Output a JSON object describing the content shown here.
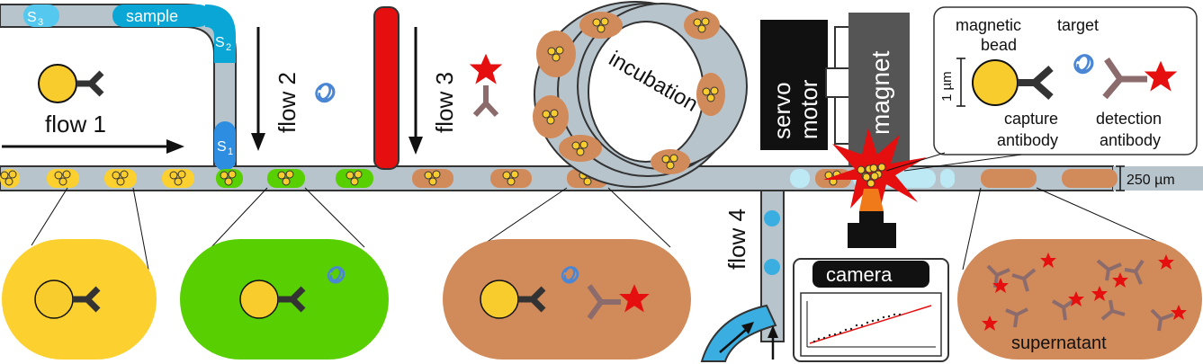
{
  "labels": {
    "flow1": "flow 1",
    "flow2": "flow 2",
    "flow3": "flow 3",
    "flow4": "flow 4",
    "sample": "sample",
    "s1": "S",
    "s1_sub": "1",
    "s2": "S",
    "s2_sub": "2",
    "s3": "S",
    "s3_sub": "3",
    "incubation": "incubation",
    "servo_line1": "servo",
    "servo_line2": "motor",
    "magnet": "magnet",
    "camera": "camera",
    "channel_size": "250 µm",
    "supernatant": "supernatant"
  },
  "legend": {
    "magnetic_bead_line1": "magnetic",
    "magnetic_bead_line2": "bead",
    "target": "target",
    "size": "1 µm",
    "capture_line1": "capture",
    "capture_line2": "antibody",
    "detection_line1": "detection",
    "detection_line2": "antibody"
  },
  "colors": {
    "channel": "#b8c4cc",
    "bead": "#f9cc2e",
    "yellow_plug": "#fbd02f",
    "green_plug": "#57cf00",
    "brown_plug": "#d18a5a",
    "sample_blue": "#0aa6d6",
    "s1_blue": "#2d8de0",
    "s3_blue": "#55c8f0",
    "red": "#e60f0f",
    "capture_antibody": "#333333",
    "detection_antibody": "#8b6b6b",
    "target": "#4a86d4"
  },
  "icons": [
    "magnetic-bead-icon",
    "capture-antibody-icon",
    "target-protein-icon",
    "detection-antibody-icon",
    "red-star-icon",
    "camera-icon",
    "calibration-plot-icon",
    "servo-motor-icon",
    "magnet-icon"
  ]
}
